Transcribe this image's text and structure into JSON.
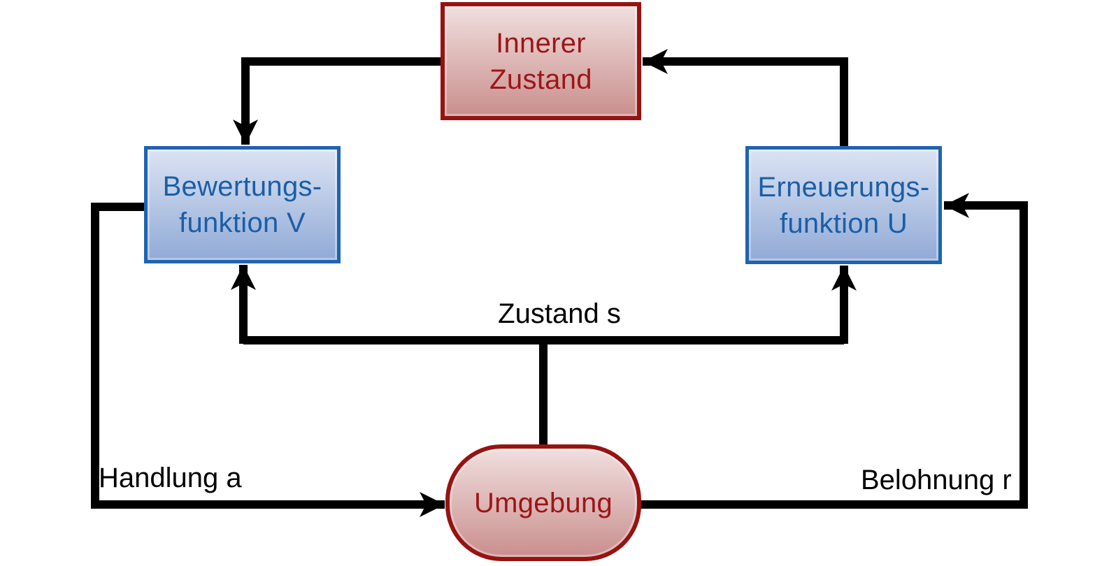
{
  "diagram": {
    "type": "block-diagram",
    "language": "de",
    "nodes": {
      "innerer_zustand": {
        "line1": "Innerer",
        "line2": "Zustand",
        "shape": "rectangle",
        "style": "red"
      },
      "bewertungsfunktion": {
        "line1": "Bewertungs-",
        "line2": "funktion V",
        "shape": "rectangle",
        "style": "blue"
      },
      "erneuerungsfunktion": {
        "line1": "Erneuerungs-",
        "line2": "funktion U",
        "shape": "rectangle",
        "style": "blue"
      },
      "umgebung": {
        "line1": "Umgebung",
        "shape": "stadium",
        "style": "red"
      }
    },
    "edge_labels": {
      "zustand": "Zustand s",
      "handlung": "Handlung a",
      "belohnung": "Belohnung r"
    },
    "edges": [
      {
        "from": "innerer_zustand",
        "to": "bewertungsfunktion",
        "arrow": true
      },
      {
        "from": "erneuerungsfunktion",
        "to": "innerer_zustand",
        "arrow": true
      },
      {
        "from": "umgebung",
        "to": "bewertungsfunktion",
        "label": "Zustand s",
        "arrow": true
      },
      {
        "from": "umgebung",
        "to": "erneuerungsfunktion",
        "label": "Zustand s",
        "arrow": true
      },
      {
        "from": "bewertungsfunktion",
        "to": "umgebung",
        "label": "Handlung a",
        "arrow": true
      },
      {
        "from": "umgebung",
        "to": "erneuerungsfunktion",
        "label": "Belohnung r",
        "arrow": true
      }
    ],
    "colors": {
      "page_bg": "#FFFFFF",
      "line_color": "#000000",
      "red_border": "#961312",
      "red_text": "#9E1517",
      "red_fill_top": "#F0DFDE",
      "red_fill_bottom": "#C98F8D",
      "blue_border": "#1F64B0",
      "blue_text": "#1A5EA8",
      "blue_fill_top": "#DBE3F3",
      "blue_fill_bottom": "#91AAD6"
    }
  }
}
